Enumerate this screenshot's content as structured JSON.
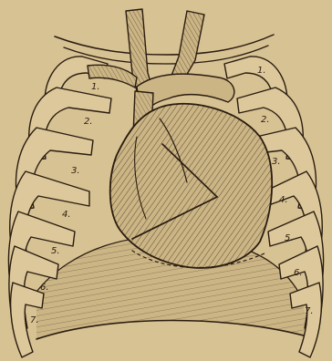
{
  "figure": {
    "left_labels": [
      "1.",
      "2.",
      "3.",
      "4.",
      "5.",
      "6.",
      "7."
    ],
    "right_labels": [
      "1.",
      "2.",
      "3.",
      "4.",
      "5.",
      "6.",
      "7."
    ]
  }
}
